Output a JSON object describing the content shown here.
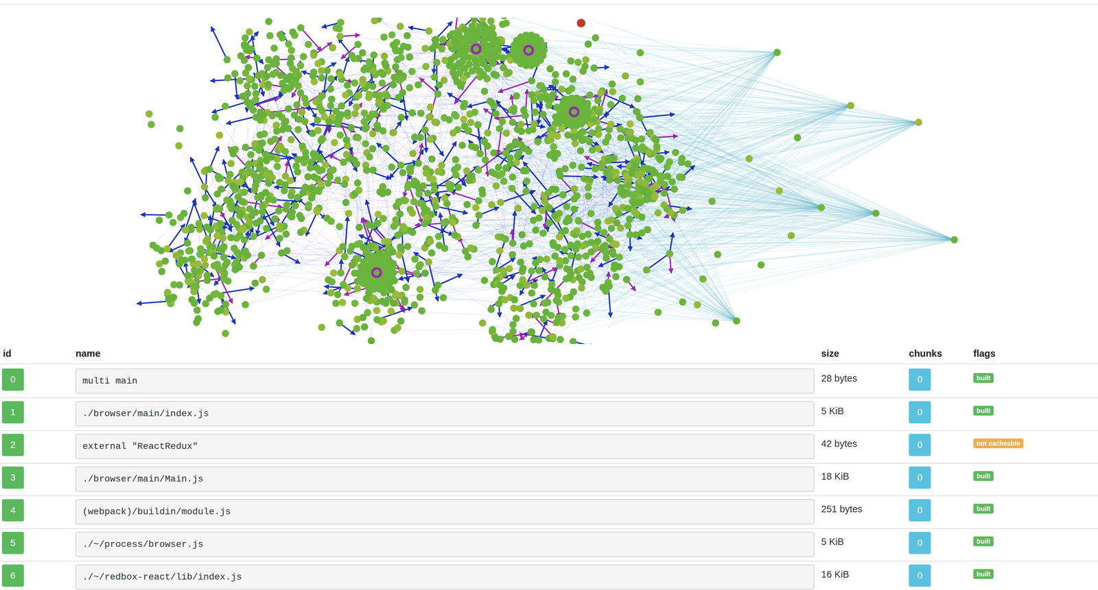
{
  "diagram": {
    "labels": [
      "id",
      "name",
      "size",
      "chunks",
      "flags",
      "0",
      "multi main",
      "28 bytes",
      "0",
      "built",
      "1",
      "./browser/main/index.js",
      "5 KiB",
      "0",
      "built",
      "2",
      "external \"ReactRedux\"",
      "42 bytes",
      "0",
      "not cacheable",
      "3",
      "./browser/main/Main.js",
      "18 KiB",
      "0",
      "built",
      "4",
      "(webpack)/buildin/module.js",
      "251 bytes",
      "0",
      "built",
      "5",
      "./~/process/browser.js",
      "5 KiB",
      "0",
      "built",
      "6",
      "./~/redbox-react/lib/index.js",
      "16 KiB",
      "0",
      "built"
    ]
  }
}
